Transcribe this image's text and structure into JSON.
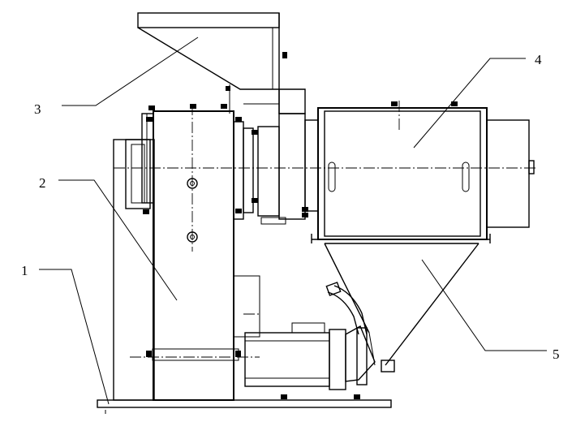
{
  "callouts": {
    "c1": "1",
    "c2": "2",
    "c3": "3",
    "c4": "4",
    "c5": "5"
  },
  "icons": {
    "bolts": "bolt-icon"
  }
}
